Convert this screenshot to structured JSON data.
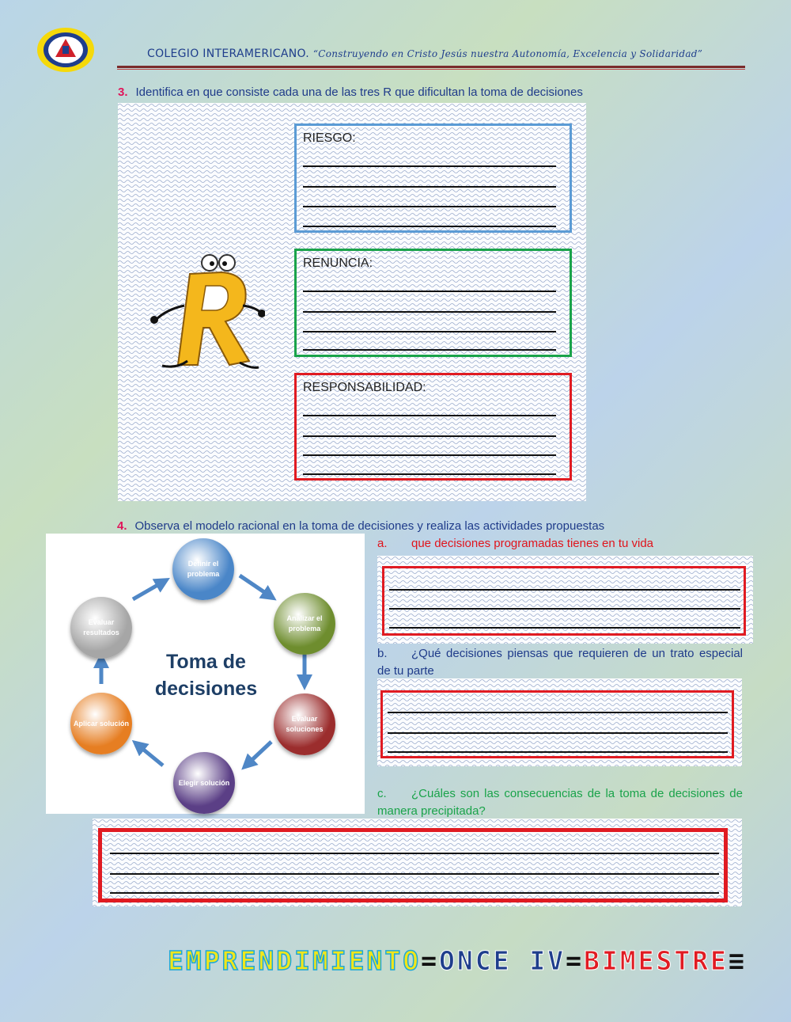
{
  "header": {
    "school": "COLEGIO INTERAMERICANO.",
    "motto": "“Construyendo en Cristo Jesús nuestra Autonomía, Excelencia y Solidaridad”"
  },
  "q3": {
    "number": "3.",
    "text": "Identifica en que consiste cada una de las tres R que dificultan la toma de decisiones",
    "boxes": [
      {
        "label": "RIESGO:",
        "color": "#5b9bd5"
      },
      {
        "label": "RENUNCIA:",
        "color": "#1aa34a"
      },
      {
        "label": "RESPONSABILIDAD:",
        "color": "#e01b22"
      }
    ]
  },
  "q4": {
    "number": "4.",
    "text": "Observa el modelo racional en la toma de decisiones y realiza las actividades propuestas",
    "a": {
      "letter": "a.",
      "text": "que decisiones programadas tienes en tu vida"
    },
    "b": {
      "letter": "b.",
      "text": "¿Qué decisiones piensas que requieren de un trato especial de tu parte"
    },
    "c": {
      "letter": "c.",
      "text": "¿Cuáles son las consecuencias de la toma de decisiones de manera precipitada?"
    }
  },
  "diagram": {
    "center": "Toma de decisiones",
    "steps": [
      {
        "label": "Definir el problema",
        "color": "#4a86c8"
      },
      {
        "label": "Analizar el problema",
        "color": "#6e8d2e"
      },
      {
        "label": "Evaluar soluciones",
        "color": "#9b2d2d"
      },
      {
        "label": "Elegir solución",
        "color": "#5b3f86"
      },
      {
        "label": "Aplicar solución",
        "color": "#e67e22"
      },
      {
        "label": "Evaluar resultados",
        "color": "#a6a6a6"
      }
    ]
  },
  "footer": {
    "part1": "EMPRENDIMIENTO",
    "part2": "ONCE IV",
    "part3": "BIMESTRE"
  }
}
